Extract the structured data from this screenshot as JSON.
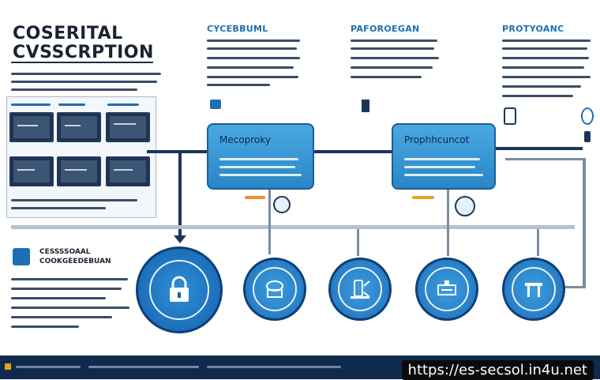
{
  "header": {
    "title_line1": "COSERITAL",
    "title_line2": "CVSSCRPTION"
  },
  "sections": [
    {
      "label": "CYCEBBUML"
    },
    {
      "label": "PAFOROEGAN"
    },
    {
      "label": "PROTYOANC"
    }
  ],
  "cards": [
    {
      "label": "Mecoproky"
    },
    {
      "label": "Prophhcuncot"
    }
  ],
  "side_panel": {
    "heading_line1": "CESSSSOAAL",
    "heading_line2": "COOKGEEDEBUAN"
  },
  "circles": [
    {
      "icon": "lock-icon"
    },
    {
      "icon": "cloud-server-icon"
    },
    {
      "icon": "phone-tools-icon"
    },
    {
      "icon": "network-panel-icon"
    },
    {
      "icon": "gateway-icon"
    }
  ],
  "colors": {
    "primary_blue": "#2a86c8",
    "dark_navy": "#0f2a4d",
    "accent_orange": "#f28a2e",
    "accent_yellow": "#e6a21c"
  },
  "footer": {
    "url": "https://es-secsol.in4u.net"
  }
}
